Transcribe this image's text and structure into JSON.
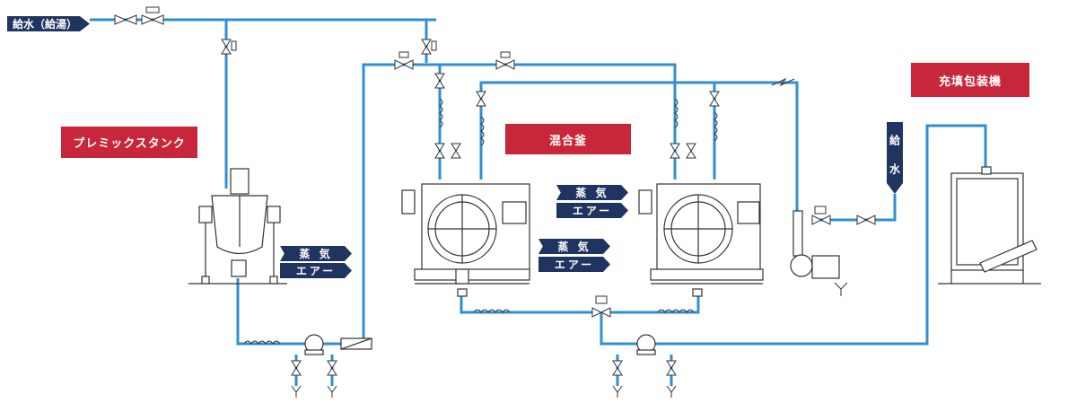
{
  "labels": {
    "inlet_water": "給水（給湯）",
    "premix_tank": "プレミックスタンク",
    "mixing_kettle": "混合釜",
    "filling_machine": "充填包装機",
    "water_supply": "給 水"
  },
  "tags": {
    "steam": "蒸 気",
    "air": "エアー"
  },
  "colors": {
    "pipe": "#2f8fd3",
    "label_red": "#c8263a",
    "tag_navy": "#1f3461",
    "equipment": "#333333"
  }
}
